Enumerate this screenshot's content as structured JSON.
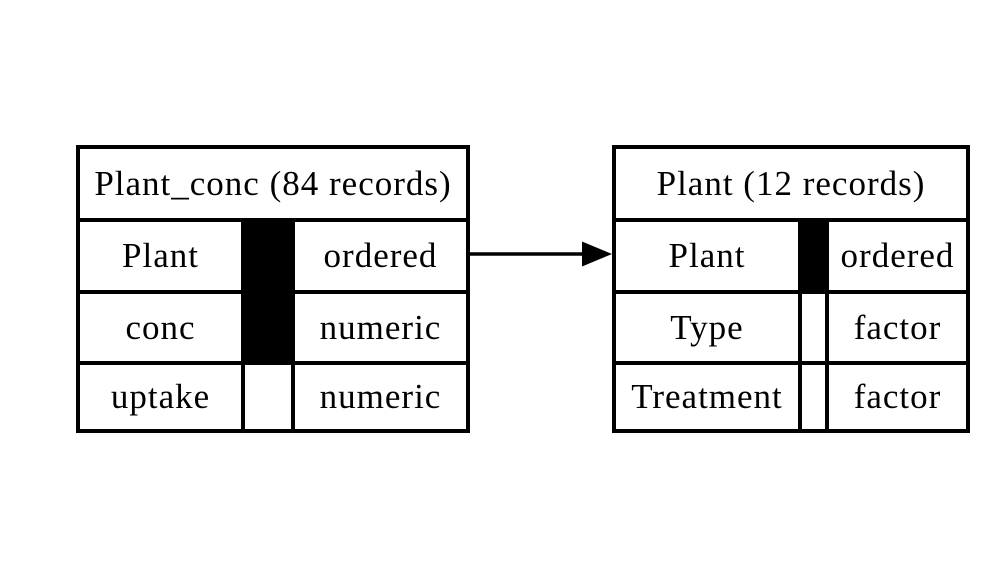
{
  "diagram": {
    "kind": "data-model",
    "tables": [
      {
        "id": "Plant_conc",
        "title": "Plant_conc (84 records)",
        "record_count": 84,
        "columns": [
          {
            "name": "Plant",
            "type": "ordered",
            "is_key": true
          },
          {
            "name": "conc",
            "type": "numeric",
            "is_key": true
          },
          {
            "name": "uptake",
            "type": "numeric",
            "is_key": false
          }
        ]
      },
      {
        "id": "Plant",
        "title": "Plant (12 records)",
        "record_count": 12,
        "columns": [
          {
            "name": "Plant",
            "type": "ordered",
            "is_key": true
          },
          {
            "name": "Type",
            "type": "factor",
            "is_key": false
          },
          {
            "name": "Treatment",
            "type": "factor",
            "is_key": false
          }
        ]
      }
    ],
    "relations": [
      {
        "from_table": "Plant_conc",
        "from_column": "Plant",
        "to_table": "Plant",
        "to_column": "Plant"
      }
    ],
    "colors": {
      "line": "#000000",
      "text": "#000000",
      "key_fill": "#000000",
      "cell_fill": "#ffffff",
      "background": "#ffffff"
    }
  }
}
